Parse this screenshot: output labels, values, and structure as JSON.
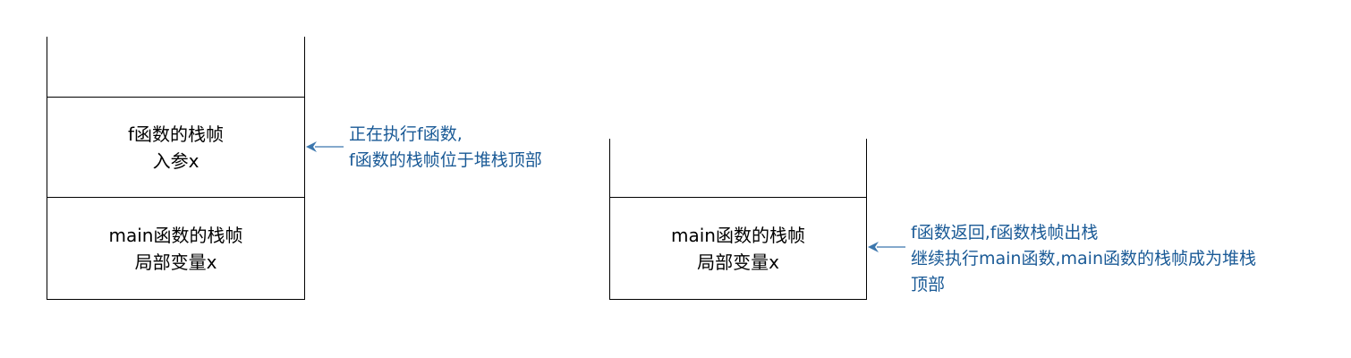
{
  "colors": {
    "line": "#000000",
    "annotation_text": "#1a5a96",
    "arrow": "#3b76ad"
  },
  "left_stack": {
    "frame_f": {
      "title": "f函数的栈帧",
      "detail": "入参x"
    },
    "frame_main": {
      "title": "main函数的栈帧",
      "detail": "局部变量x"
    },
    "note": {
      "line1": "正在执行f函数,",
      "line2": "f函数的栈帧位于堆栈顶部"
    }
  },
  "right_stack": {
    "frame_main": {
      "title": "main函数的栈帧",
      "detail": "局部变量x"
    },
    "note": {
      "line1": "f函数返回,f函数栈帧出栈",
      "line2": "继续执行main函数,main函数的栈帧成为堆栈",
      "line3": "顶部"
    }
  }
}
